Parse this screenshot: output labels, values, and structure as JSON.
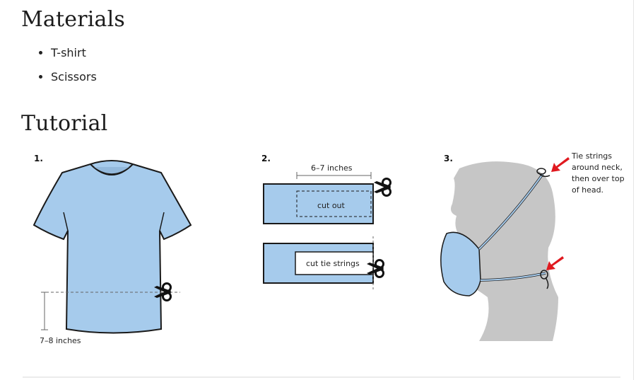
{
  "materials": {
    "heading": "Materials",
    "items": [
      "T-shirt",
      "Scissors"
    ]
  },
  "tutorial": {
    "heading": "Tutorial",
    "steps": [
      {
        "number": "1.",
        "measure": "7–8 inches"
      },
      {
        "number": "2.",
        "measure": "6–7 inches",
        "cut_out": "cut out",
        "cut_strings": "cut tie strings"
      },
      {
        "number": "3.",
        "note_lines": [
          "Tie strings",
          "around neck,",
          "then over top",
          "of head."
        ]
      }
    ]
  },
  "colors": {
    "fabric": "#a6cbec",
    "outline": "#1a1a1a",
    "silhouette": "#c6c6c6",
    "arrow": "#e0191f"
  }
}
